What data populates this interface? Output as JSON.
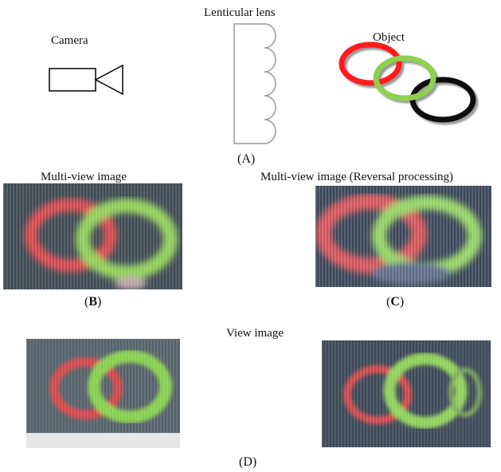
{
  "figure_a": {
    "lens_label": "Lenticular lens",
    "camera_label": "Camera",
    "object_label": "Object",
    "panel_label": "(A)",
    "ring_colors": [
      "#ff1a1a",
      "#8fd14f",
      "#111111"
    ]
  },
  "figure_b": {
    "caption": "Multi-view image",
    "panel_open": "(",
    "panel_letter": "B",
    "panel_close": ")"
  },
  "figure_c": {
    "caption": "Multi-view image (Reversal processing)",
    "panel_open": "(",
    "panel_letter": "C",
    "panel_close": ")"
  },
  "figure_d": {
    "caption": "View image",
    "panel_label": "(D)"
  }
}
